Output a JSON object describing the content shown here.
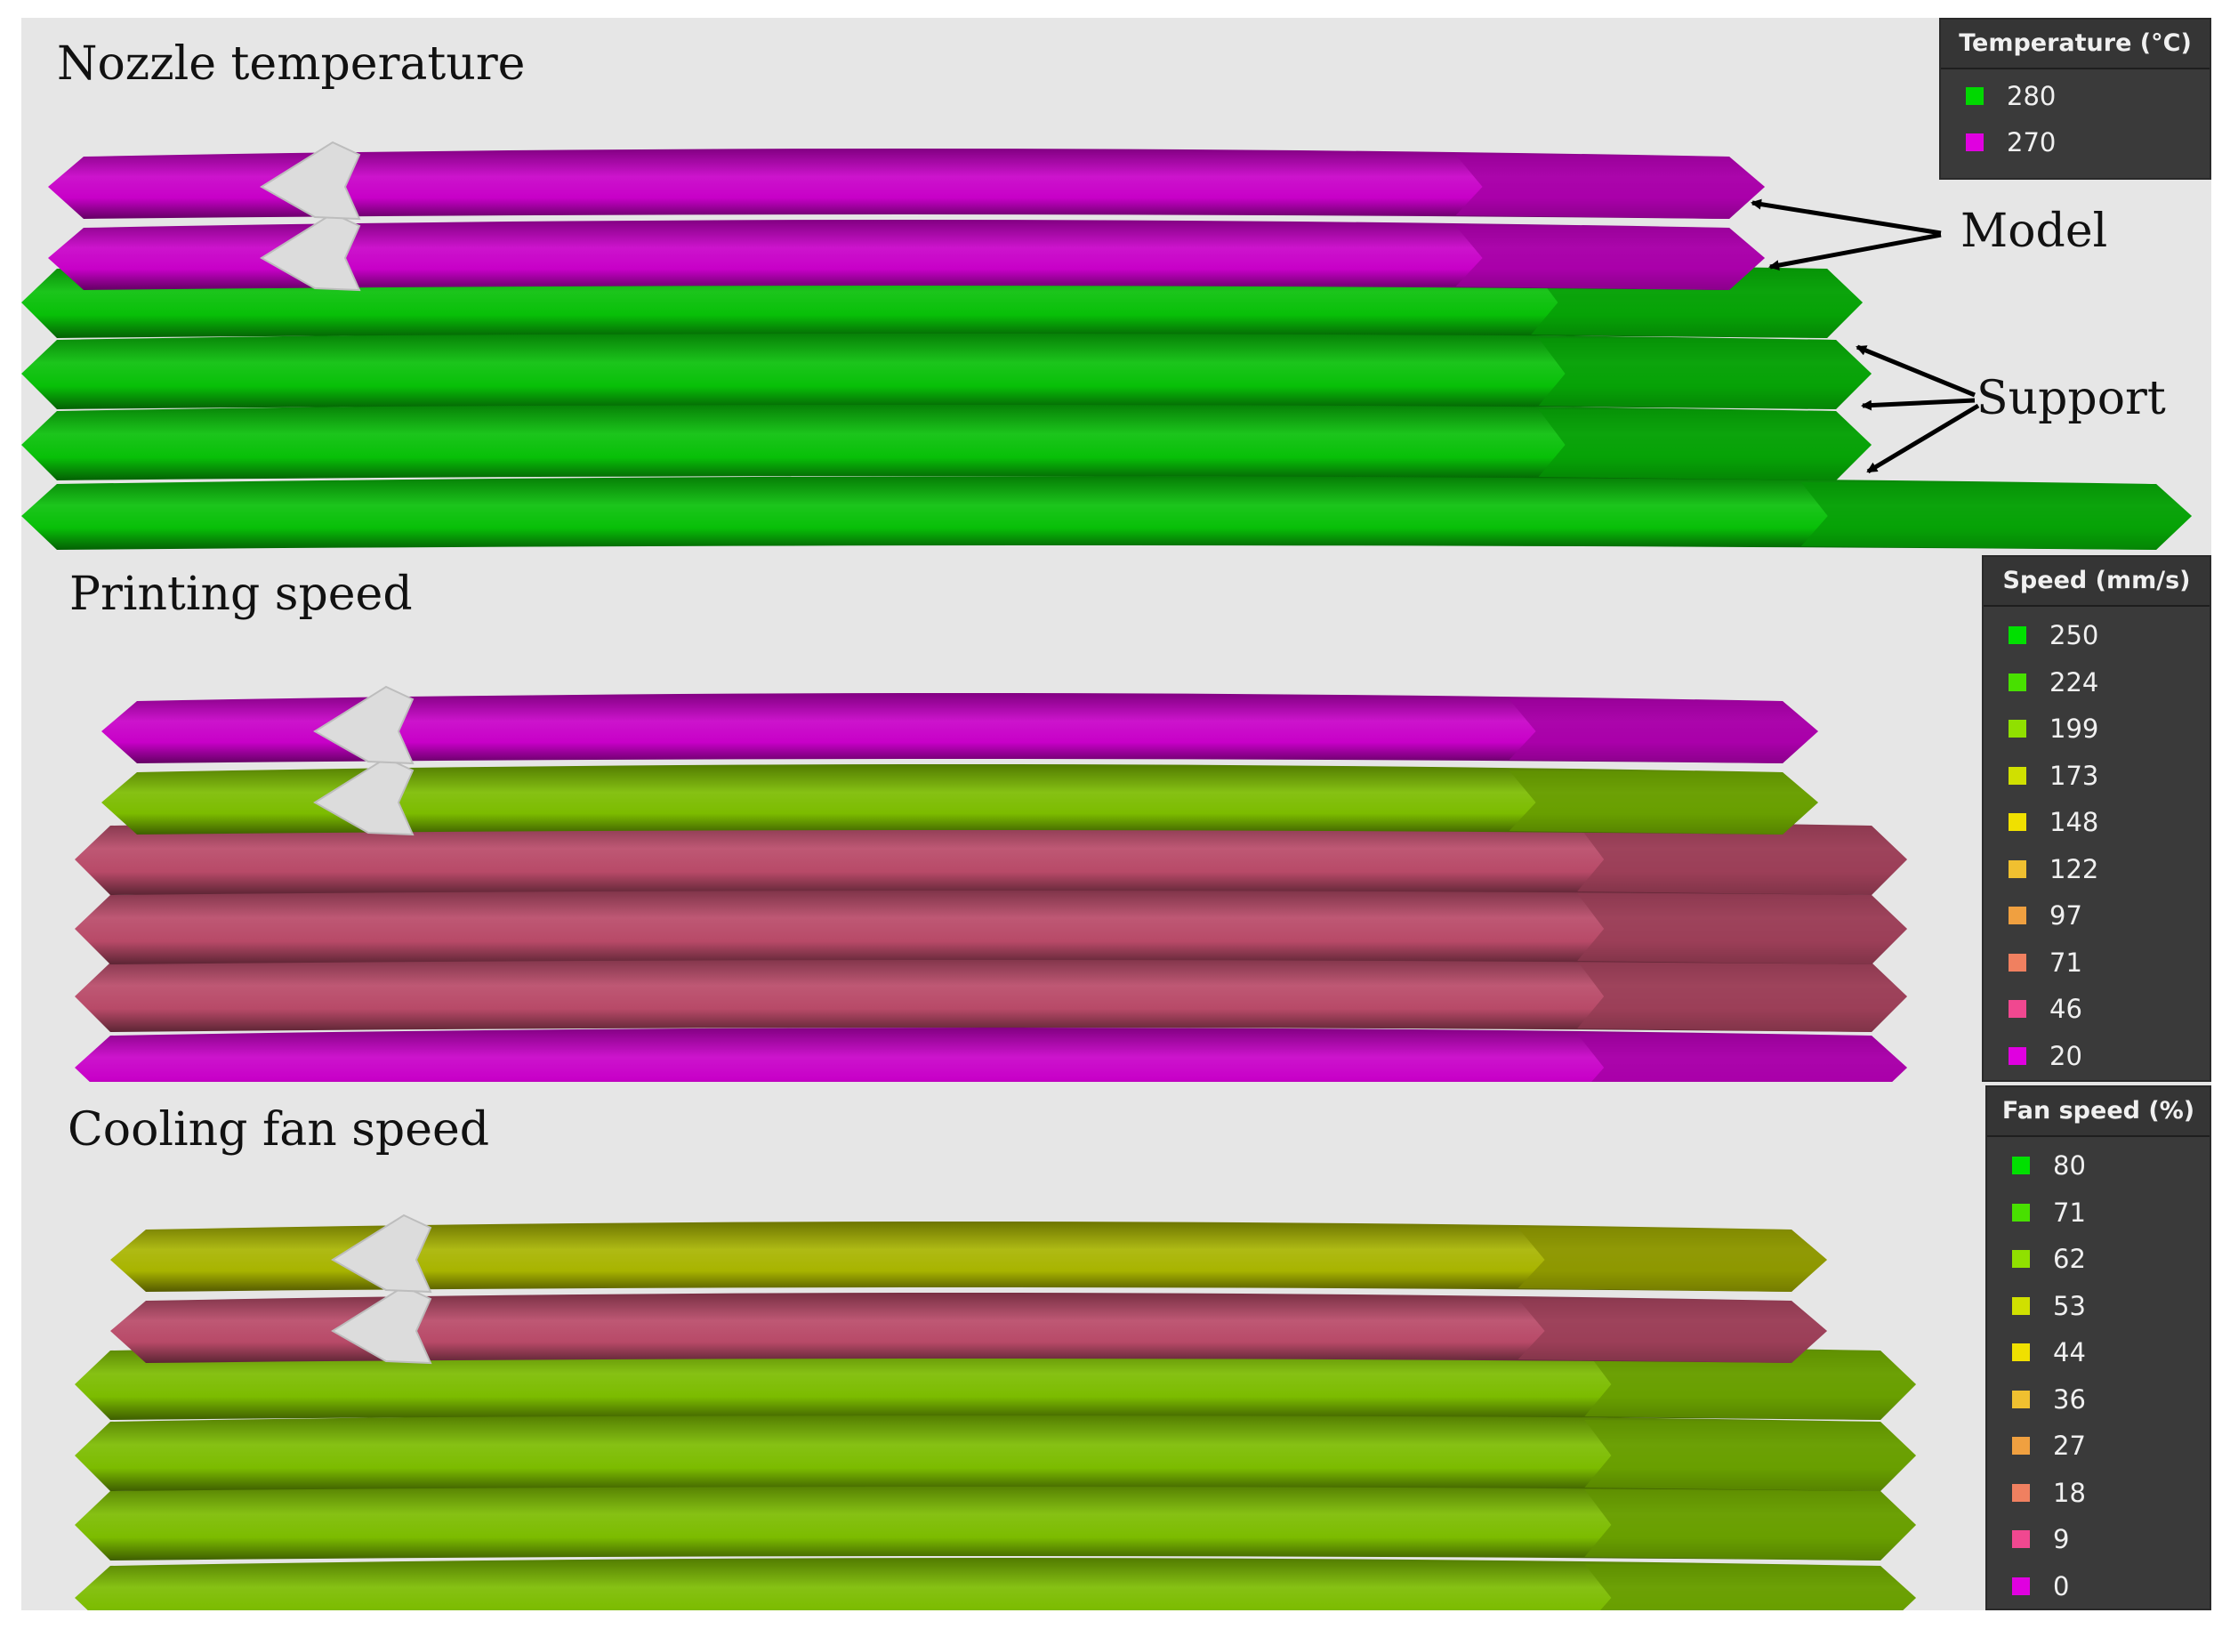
{
  "panels": [
    {
      "title": "Nozzle temperature",
      "legend": {
        "header": "Temperature (°C)",
        "items": [
          {
            "label": "280",
            "color": "#00d800"
          },
          {
            "label": "270",
            "color": "#e000e0"
          }
        ]
      },
      "callouts": {
        "model": "Model",
        "support": "Support"
      }
    },
    {
      "title": "Printing speed",
      "legend": {
        "header": "Speed (mm/s)",
        "items": [
          {
            "label": "250",
            "color": "#00e000"
          },
          {
            "label": "224",
            "color": "#48e000"
          },
          {
            "label": "199",
            "color": "#90e000"
          },
          {
            "label": "173",
            "color": "#d0e000"
          },
          {
            "label": "148",
            "color": "#f0e000"
          },
          {
            "label": "122",
            "color": "#f0c030"
          },
          {
            "label": "97",
            "color": "#f0a040"
          },
          {
            "label": "71",
            "color": "#f08060"
          },
          {
            "label": "46",
            "color": "#f04890"
          },
          {
            "label": "20",
            "color": "#e000e0"
          }
        ]
      }
    },
    {
      "title": "Cooling fan speed",
      "legend": {
        "header": "Fan speed (%)",
        "items": [
          {
            "label": "80",
            "color": "#00e000"
          },
          {
            "label": "71",
            "color": "#48e000"
          },
          {
            "label": "62",
            "color": "#90e000"
          },
          {
            "label": "53",
            "color": "#d0e000"
          },
          {
            "label": "44",
            "color": "#f0e000"
          },
          {
            "label": "36",
            "color": "#f0c030"
          },
          {
            "label": "27",
            "color": "#f0a040"
          },
          {
            "label": "18",
            "color": "#f08060"
          },
          {
            "label": "9",
            "color": "#f04890"
          },
          {
            "label": "0",
            "color": "#e000e0"
          }
        ]
      }
    }
  ],
  "strand_colors": {
    "magenta": "#c800c8",
    "green": "#08c008",
    "pink": "#b84a68",
    "lime": "#7cbc00",
    "olive": "#a8b400",
    "seam": "#dcdcdc"
  }
}
